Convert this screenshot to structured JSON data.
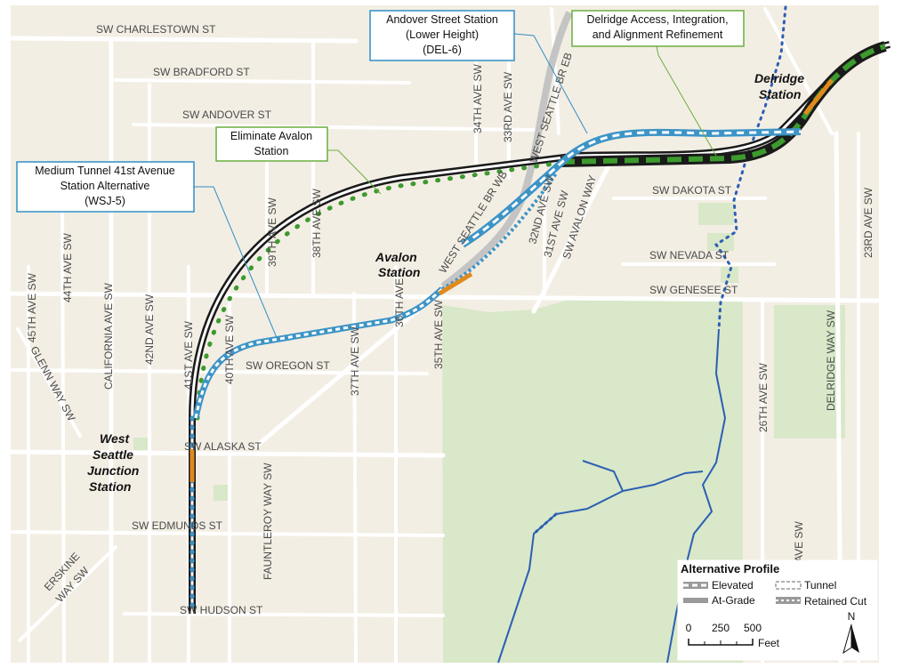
{
  "streets": {
    "charlestown": "SW CHARLESTOWN ST",
    "bradford": "SW BRADFORD ST",
    "andover": "SW ANDOVER ST",
    "dakota": "SW DAKOTA ST",
    "nevada": "SW NEVADA ST",
    "genesee": "SW GENESEE ST",
    "oregon": "SW OREGON ST",
    "alaska": "SW ALASKA ST",
    "edmunds": "SW EDMUNDS ST",
    "hudson": "SW HUDSON ST",
    "ave45": "45TH AVE SW",
    "ave44": "44TH AVE SW",
    "glenn": "GLENN WAY SW",
    "california": "CALIFORNIA AVE SW",
    "ave42": "42ND AVE SW",
    "ave41": "41ST AVE SW",
    "ave40": "40TH AVE SW",
    "ave39": "39TH AVE SW",
    "ave38": "38TH AVE SW",
    "ave37": "37TH AVE SW",
    "ave36": "36TH AVE",
    "ave35": "35TH AVE SW",
    "ave34": "34TH AVE SW",
    "ave33": "33RD AVE SW",
    "ave32": "32ND AVE SW",
    "ave31": "31ST AVE SW",
    "avalonway": "SW AVALON WAY",
    "wsbwb": "WEST SEATTLE BR WB",
    "wsbeb": "WEST SEATTLE BR EB",
    "fauntleroy": "FAUNTLEROY WAY SW",
    "erskine1": "ERSKINE",
    "erskine2": "WAY SW",
    "ave26": "26TH AVE SW",
    "delridgeway": "DELRIDGE WAY SW",
    "ave23": "23RD AVE SW",
    "aveSW": "AVE SW"
  },
  "stations": {
    "avalon_l1": "Avalon",
    "avalon_l2": "Station",
    "delridge_l1": "Delridge",
    "delridge_l2": "Station",
    "wsj_l1": "West",
    "wsj_l2": "Seattle",
    "wsj_l3": "Junction",
    "wsj_l4": "Station"
  },
  "callouts": {
    "andover_station": [
      "Andover Street Station",
      "(Lower Height)",
      "(DEL-6)"
    ],
    "delridge_access": [
      "Delridge Access, Integration,",
      "and Alignment Refinement"
    ],
    "eliminate_avalon": [
      "Eliminate Avalon",
      "Station"
    ],
    "medium_tunnel": [
      "Medium Tunnel 41st Avenue",
      "Station Alternative",
      "(WSJ-5)"
    ]
  },
  "legend": {
    "title": "Alternative Profile",
    "elevated": "Elevated",
    "tunnel": "Tunnel",
    "at_grade": "At-Grade",
    "retained_cut": "Retained Cut",
    "scale_labels": [
      "0",
      "250",
      "500"
    ],
    "scale_unit": "Feet",
    "north": "N"
  },
  "colors": {
    "background": "#f3eee4",
    "park": "#d8e8c8",
    "street": "#ffffff",
    "base_alignment": "#1a1a1a",
    "green_alternative": "#3c9a2e",
    "blue_alternative": "#3d94c6",
    "station_segment": "#e08a1e",
    "water": "#2c5fb4",
    "callout_blue_border": "#2f8fc6",
    "callout_green_border": "#6aae3e"
  }
}
